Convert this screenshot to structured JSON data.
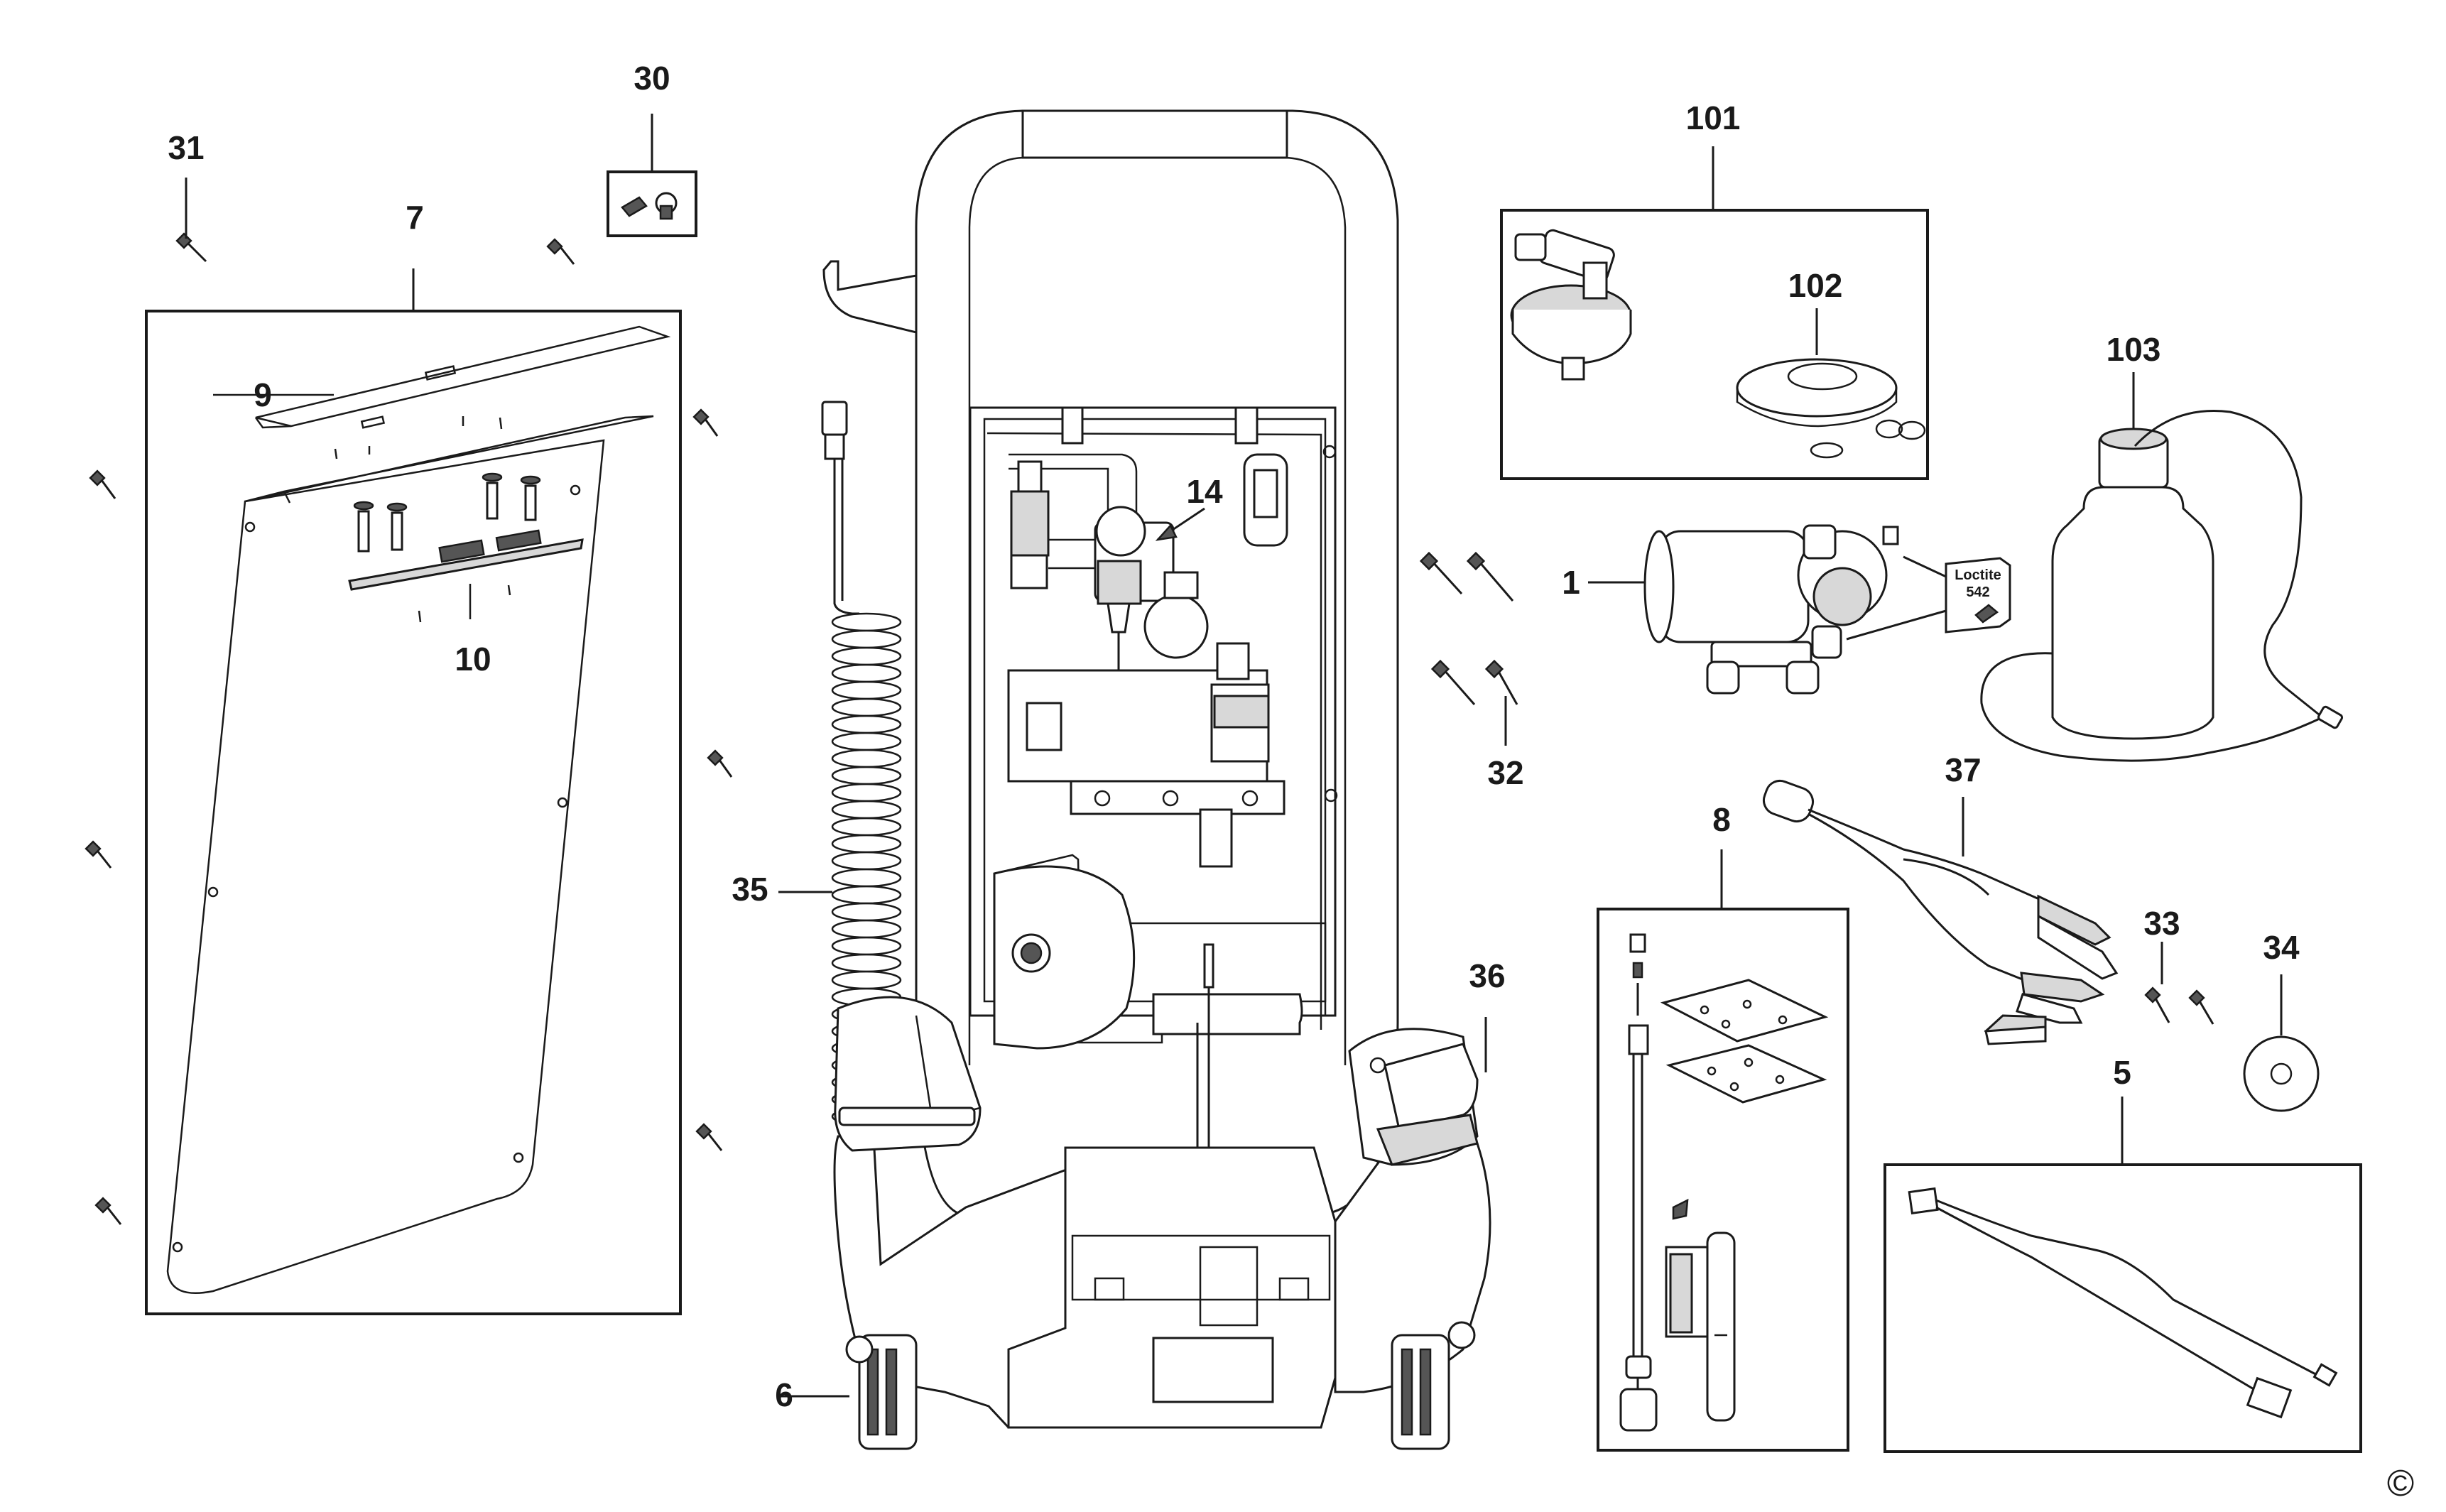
{
  "diagram": {
    "part_labels": {
      "p1": "1",
      "p5": "5",
      "p6": "6",
      "p7": "7",
      "p8": "8",
      "p9": "9",
      "p10": "10",
      "p14": "14",
      "p30": "30",
      "p31": "31",
      "p32": "32",
      "p33": "33",
      "p34": "34",
      "p35": "35",
      "p36": "36",
      "p37": "37",
      "p101": "101",
      "p102": "102",
      "p103": "103"
    },
    "loctite_line1": "Loctite",
    "loctite_line2": "542",
    "copyright": "©",
    "colors": {
      "line": "#1a1a1a",
      "background": "#ffffff",
      "shade": "#d8d8d8"
    }
  }
}
